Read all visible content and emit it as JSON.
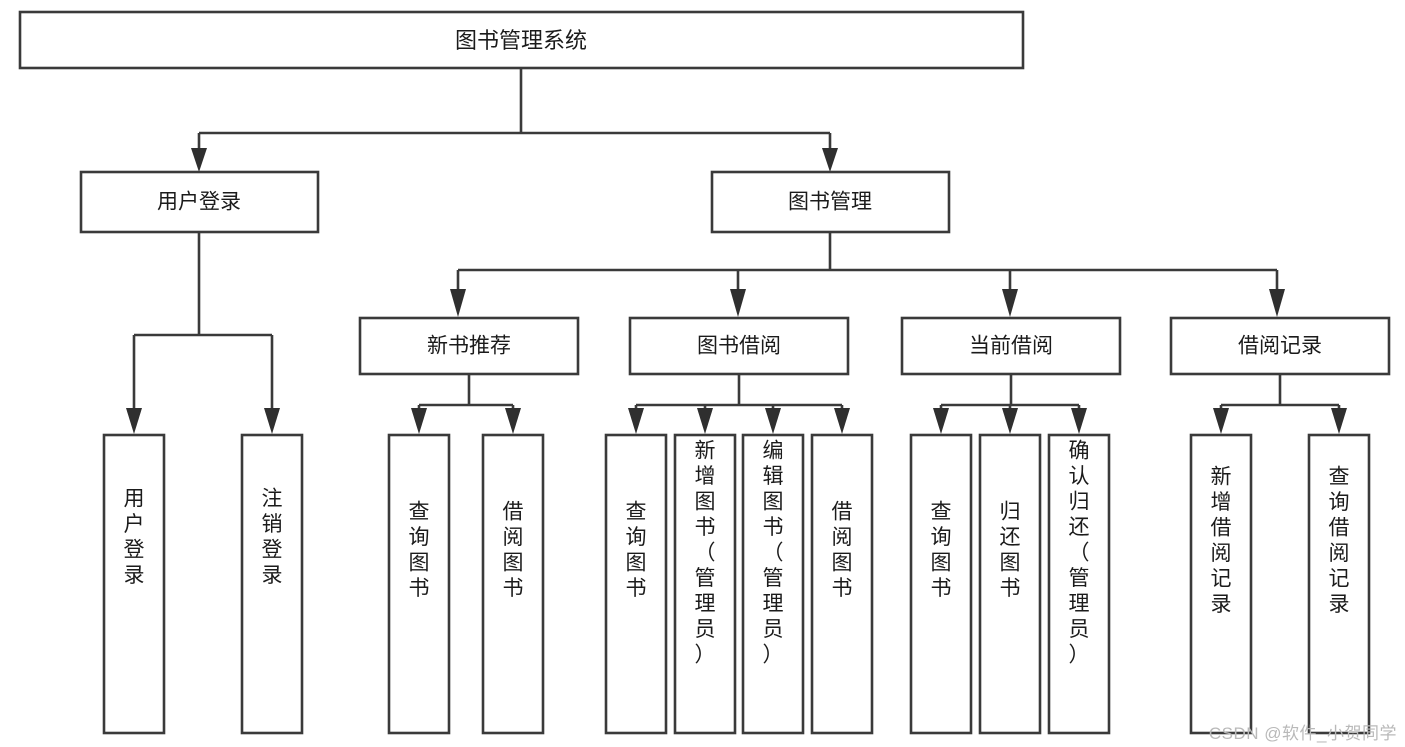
{
  "diagram": {
    "title": "图书管理系统",
    "type": "tree",
    "watermark": "CSDN @软件_小贺同学",
    "colors": {
      "box_stroke": "#3a3a3a",
      "box_fill": "#ffffff",
      "connector": "#3a3a3a",
      "text": "#1b1b1b",
      "watermark": "#b9b9b9",
      "background": "#ffffff"
    },
    "root": {
      "label": "图书管理系统"
    },
    "level1": [
      {
        "label": "用户登录"
      },
      {
        "label": "图书管理"
      }
    ],
    "level2": [
      {
        "label": "新书推荐"
      },
      {
        "label": "图书借阅"
      },
      {
        "label": "当前借阅"
      },
      {
        "label": "借阅记录"
      }
    ],
    "leaves": {
      "user_login": [
        {
          "label": "用户登录"
        },
        {
          "label": "注销登录"
        }
      ],
      "new_book_recommend": [
        {
          "label": "查询图书"
        },
        {
          "label": "借阅图书"
        }
      ],
      "book_borrow": [
        {
          "label": "查询图书"
        },
        {
          "label": "新增图书（管理员）"
        },
        {
          "label": "编辑图书（管理员）"
        },
        {
          "label": "借阅图书"
        }
      ],
      "current_borrow": [
        {
          "label": "查询图书"
        },
        {
          "label": "归还图书"
        },
        {
          "label": "确认归还（管理员）"
        }
      ],
      "borrow_record": [
        {
          "label": "新增借阅记录"
        },
        {
          "label": "查询借阅记录"
        }
      ]
    }
  }
}
